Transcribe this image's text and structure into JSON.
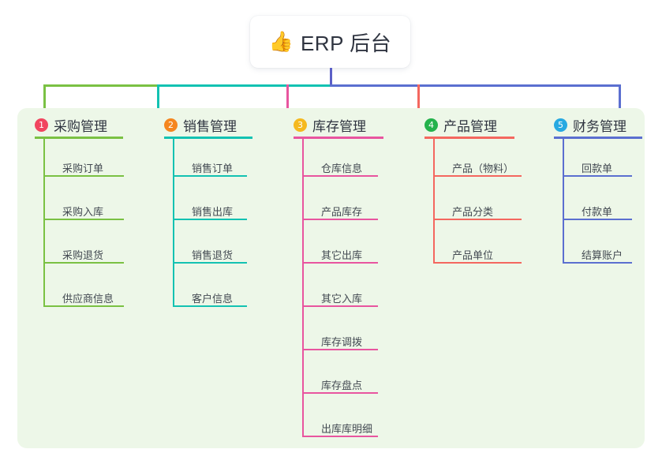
{
  "root": {
    "icon": "thumbs-up-icon",
    "emoji": "👍",
    "title": "ERP 后台"
  },
  "colors": {
    "panel_bg": "#edf7e8",
    "page_bg": "#ffffff",
    "root_connector": "#5b5fc7",
    "col1": "#7ac143",
    "col2": "#13c2b2",
    "col3": "#e8559f",
    "col4": "#f4675f",
    "col5": "#5b6fd0",
    "badge1": "#f1455f",
    "badge2": "#f5861f",
    "badge3": "#f5b91f",
    "badge4": "#24b24c",
    "badge5": "#27a9e1"
  },
  "columns": [
    {
      "index": "1",
      "badge_color": "#f1455f",
      "line_color": "#7ac143",
      "title": "采购管理",
      "items": [
        "采购订单",
        "采购入库",
        "采购退货",
        "供应商信息"
      ]
    },
    {
      "index": "2",
      "badge_color": "#f5861f",
      "line_color": "#13c2b2",
      "title": "销售管理",
      "items": [
        "销售订单",
        "销售出库",
        "销售退货",
        "客户信息"
      ]
    },
    {
      "index": "3",
      "badge_color": "#f5b91f",
      "line_color": "#e8559f",
      "title": "库存管理",
      "items": [
        "仓库信息",
        "产品库存",
        "其它出库",
        "其它入库",
        "库存调拨",
        "库存盘点",
        "出库库明细"
      ]
    },
    {
      "index": "4",
      "badge_color": "#24b24c",
      "line_color": "#f4675f",
      "title": "产品管理",
      "items": [
        "产品（物料）",
        "产品分类",
        "产品单位"
      ]
    },
    {
      "index": "5",
      "badge_color": "#27a9e1",
      "line_color": "#5b6fd0",
      "title": "财务管理",
      "items": [
        "回款单",
        "付款单",
        "结算账户"
      ]
    }
  ]
}
